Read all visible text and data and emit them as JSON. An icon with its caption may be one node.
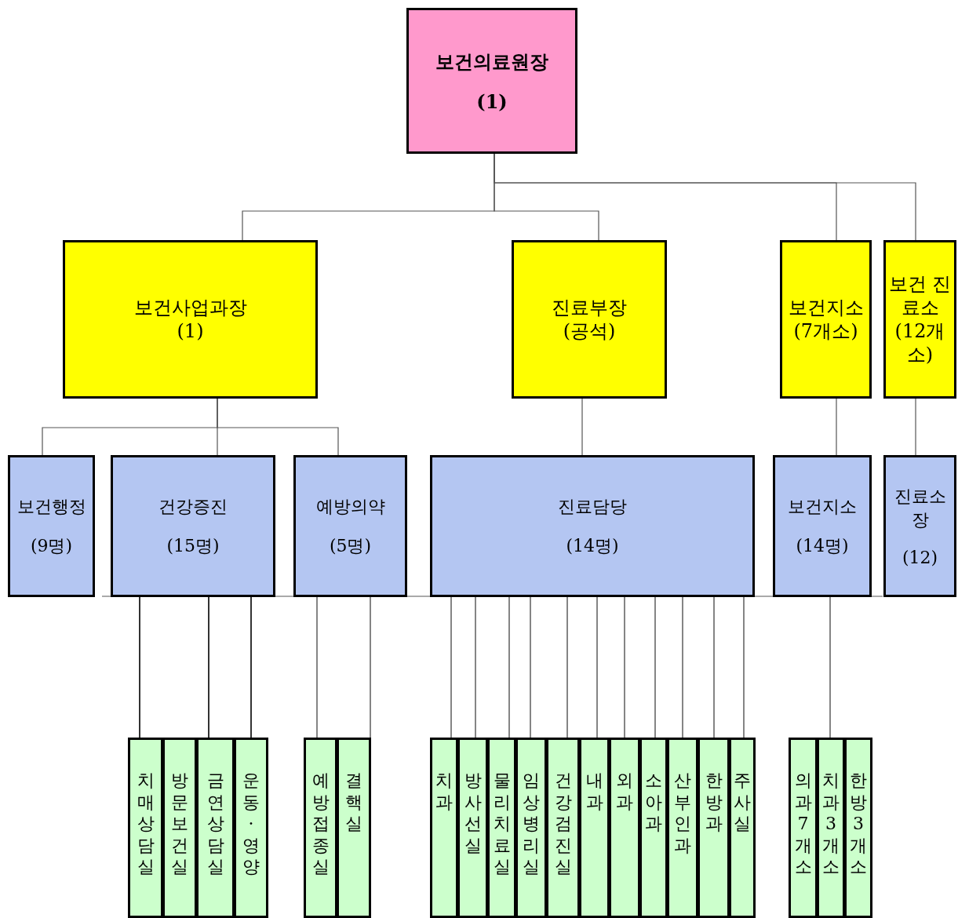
{
  "diagram": {
    "nodes": [
      {
        "text": [
          "보건의료원장",
          "(1)"
        ]
      },
      {
        "text": [
          "보건사업과장",
          "(1)"
        ]
      },
      {
        "text": [
          "진료부장",
          "(공석)"
        ]
      },
      {
        "text": [
          "보건지소",
          "(7개소)"
        ]
      },
      {
        "text": [
          "보건 진료소",
          "(12개소)"
        ]
      },
      {
        "text": [
          "보건행정",
          "(9명)"
        ]
      },
      {
        "text": [
          "건강증진",
          "(15명)"
        ]
      },
      {
        "text": [
          "예방의약",
          "(5명)"
        ]
      },
      {
        "text": [
          "진료담당",
          "(14명)"
        ]
      },
      {
        "text": [
          "보건지소",
          "(14명)"
        ]
      },
      {
        "text": [
          "진료소장",
          "(12)"
        ]
      },
      {
        "text": [
          "치매상담실"
        ]
      },
      {
        "text": [
          "방문보건실"
        ]
      },
      {
        "text": [
          "금연상담실"
        ]
      },
      {
        "text": [
          "운동·영양"
        ]
      },
      {
        "text": [
          "예방접종실"
        ]
      },
      {
        "text": [
          "결핵실"
        ]
      },
      {
        "text": [
          "치과"
        ]
      },
      {
        "text": [
          "방사선실"
        ]
      },
      {
        "text": [
          "물리치료실"
        ]
      },
      {
        "text": [
          "임상병리실"
        ]
      },
      {
        "text": [
          "건강검진실"
        ]
      },
      {
        "text": [
          "내과"
        ]
      },
      {
        "text": [
          "외과"
        ]
      },
      {
        "text": [
          "소아과"
        ]
      },
      {
        "text": [
          "산부인과"
        ]
      },
      {
        "text": [
          "한방과"
        ]
      },
      {
        "text": [
          "주사실"
        ]
      },
      {
        "text": [
          "의과7개소"
        ]
      },
      {
        "text": [
          "치과3개소"
        ]
      },
      {
        "text": [
          "한방3개소"
        ]
      }
    ],
    "edges": [
      {
        "from": 0,
        "to": 1,
        "arrow": "none"
      },
      {
        "from": 0,
        "to": 2,
        "arrow": "none"
      },
      {
        "from": 0,
        "to": 3,
        "arrow": "none"
      },
      {
        "from": 0,
        "to": 4,
        "arrow": "none"
      },
      {
        "from": 1,
        "to": 5,
        "arrow": "none"
      },
      {
        "from": 1,
        "to": 6,
        "arrow": "none"
      },
      {
        "from": 1,
        "to": 7,
        "arrow": "none"
      },
      {
        "from": 2,
        "to": 8,
        "arrow": "none"
      },
      {
        "from": 3,
        "to": 9,
        "arrow": "none"
      },
      {
        "from": 4,
        "to": 10,
        "arrow": "none"
      },
      {
        "from": 6,
        "to": 11,
        "arrow": "none"
      },
      {
        "from": 6,
        "to": 13,
        "arrow": "none"
      },
      {
        "from": 6,
        "to": 14,
        "arrow": "none"
      },
      {
        "from": 7,
        "to": 15,
        "arrow": "none"
      },
      {
        "from": 7,
        "to": 16,
        "arrow": "none"
      },
      {
        "from": 8,
        "to": 17,
        "arrow": "none"
      },
      {
        "from": 8,
        "to": 18,
        "arrow": "none"
      },
      {
        "from": 8,
        "to": 19,
        "arrow": "none"
      },
      {
        "from": 8,
        "to": 20,
        "arrow": "none"
      },
      {
        "from": 8,
        "to": 21,
        "arrow": "none"
      },
      {
        "from": 8,
        "to": 22,
        "arrow": "none"
      },
      {
        "from": 8,
        "to": 23,
        "arrow": "none"
      },
      {
        "from": 8,
        "to": 24,
        "arrow": "none"
      },
      {
        "from": 8,
        "to": 25,
        "arrow": "none"
      },
      {
        "from": 8,
        "to": 26,
        "arrow": "none"
      },
      {
        "from": 8,
        "to": 27,
        "arrow": "none"
      },
      {
        "from": 9,
        "to": 29,
        "arrow": "none"
      }
    ]
  }
}
